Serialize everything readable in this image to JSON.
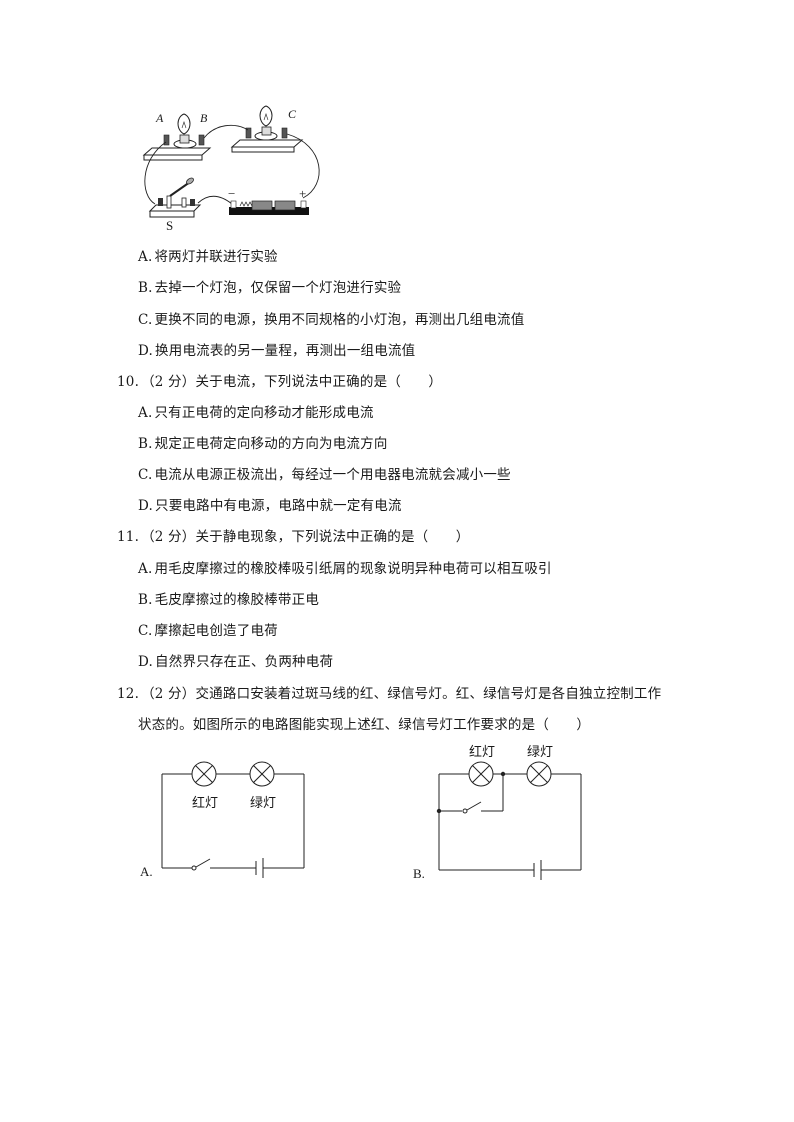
{
  "q9": {
    "figure": {
      "labels": {
        "a": "A",
        "b": "B",
        "c": "C",
        "s": "S",
        "minus": "−",
        "plus": "+"
      }
    },
    "options": [
      {
        "letter": "A.",
        "text": "将两灯并联进行实验"
      },
      {
        "letter": "B.",
        "text": "去掉一个灯泡，仅保留一个灯泡进行实验"
      },
      {
        "letter": "C.",
        "text": "更换不同的电源，换用不同规格的小灯泡，再测出几组电流值"
      },
      {
        "letter": "D.",
        "text": "换用电流表的另一量程，再测出一组电流值"
      }
    ]
  },
  "q10": {
    "number": "10.",
    "score": "（2 分）",
    "stem": "关于电流，下列说法中正确的是（　　）",
    "options": [
      {
        "letter": "A.",
        "text": "只有正电荷的定向移动才能形成电流"
      },
      {
        "letter": "B.",
        "text": "规定正电荷定向移动的方向为电流方向"
      },
      {
        "letter": "C.",
        "text": "电流从电源正极流出，每经过一个用电器电流就会减小一些"
      },
      {
        "letter": "D.",
        "text": "只要电路中有电源，电路中就一定有电流"
      }
    ]
  },
  "q11": {
    "number": "11.",
    "score": "（2 分）",
    "stem": "关于静电现象，下列说法中正确的是（　　）",
    "options": [
      {
        "letter": "A.",
        "text": "用毛皮摩擦过的橡胶棒吸引纸屑的现象说明异种电荷可以相互吸引"
      },
      {
        "letter": "B.",
        "text": "毛皮摩擦过的橡胶棒带正电"
      },
      {
        "letter": "C.",
        "text": "摩擦起电创造了电荷"
      },
      {
        "letter": "D.",
        "text": "自然界只存在正、负两种电荷"
      }
    ]
  },
  "q12": {
    "number": "12.",
    "score": "（2 分）",
    "stem_line1": "交通路口安装着过斑马线的红、绿信号灯。红、绿信号灯是各自独立控制工作",
    "stem_line2": "状态的。如图所示的电路图能实现上述红、绿信号灯工作要求的是（　　）",
    "options": [
      {
        "letter": "A.",
        "lamp1": "红灯",
        "lamp2": "绿灯"
      },
      {
        "letter": "B.",
        "lamp1": "红灯",
        "lamp2": "绿灯"
      }
    ]
  }
}
